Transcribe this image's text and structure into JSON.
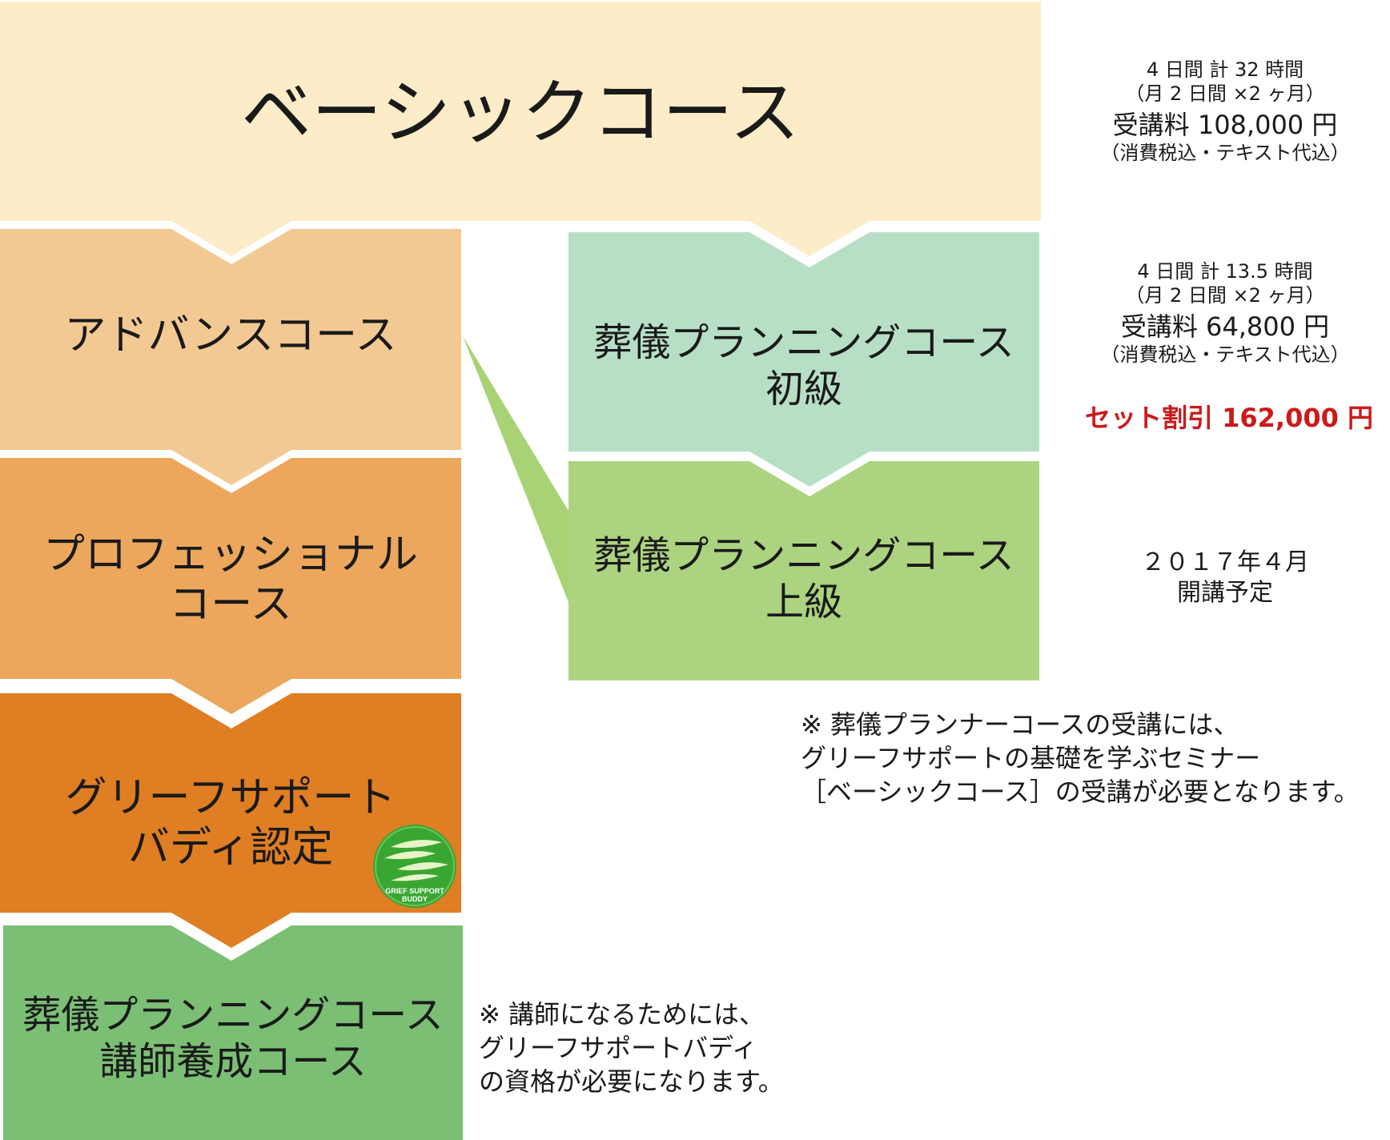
{
  "colors": {
    "basic": "#fdecc8",
    "advance": "#f3c993",
    "professional": "#eca75d",
    "buddy": "#df7e22",
    "instructor": "#7bbf74",
    "planning_beginner": "#b7dfc6",
    "planning_advanced": "#acd37f",
    "connector": "#a8d375",
    "discount": "#cc1a1a"
  },
  "courses": {
    "basic": {
      "title": "ベーシックコース"
    },
    "advance": {
      "title": "アドバンスコース"
    },
    "professional": {
      "line1": "プロフェッショナル",
      "line2": "コース"
    },
    "buddy": {
      "line1": "グリーフサポート",
      "line2": "バディ認定"
    },
    "instructor": {
      "line1": "葬儀プランニングコース",
      "line2": "講師養成コース"
    },
    "planning_beginner": {
      "line1": "葬儀プランニングコース",
      "line2": "初級"
    },
    "planning_advanced": {
      "line1": "葬儀プランニングコース",
      "line2": "上級"
    }
  },
  "badge": {
    "line1": "GRIEF SUPPORT",
    "line2": "BUDDY"
  },
  "info": {
    "basic": {
      "duration": "4 日間  計 32 時間",
      "schedule": "（月 2 日間 ×2 ヶ月）",
      "fee": "受講料 108,000 円",
      "fee_note": "（消費税込・テキスト代込）"
    },
    "planning": {
      "duration": "4 日間  計 13.5 時間",
      "schedule": "（月 2 日間 ×2 ヶ月）",
      "fee": "受講料  64,800 円",
      "fee_note": "（消費税込・テキスト代込）",
      "discount": "セット割引 162,000 円"
    },
    "advanced_start": {
      "line1": "２０１７年４月",
      "line2": "開講予定"
    }
  },
  "notes": {
    "planner": {
      "line1": "※ 葬儀プランナーコースの受講には、",
      "line2": "グリーフサポートの基礎を学ぶセミナー",
      "line3": "［ベーシックコース］の受講が必要となります。"
    },
    "instructor": {
      "line1": "※ 講師になるためには、",
      "line2": "グリーフサポートバディ",
      "line3": "の資格が必要になります。"
    }
  }
}
